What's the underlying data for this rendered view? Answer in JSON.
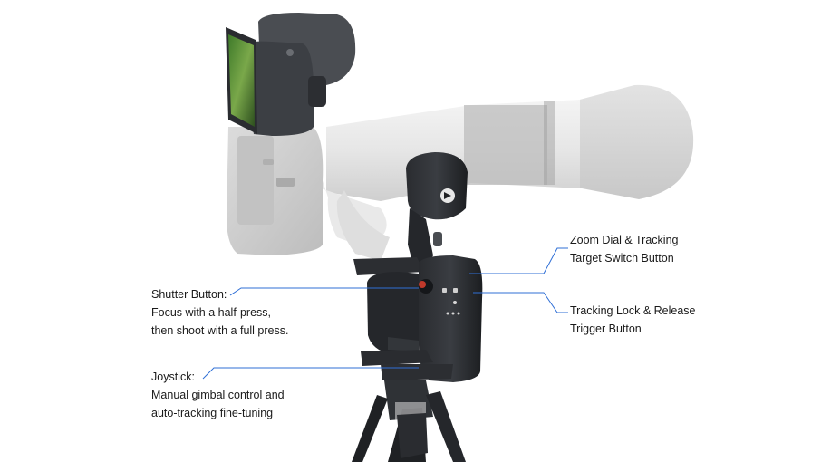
{
  "callouts": {
    "zoom": {
      "lines": [
        "Zoom Dial & Tracking",
        "Target Switch Button"
      ]
    },
    "lock": {
      "lines": [
        "Tracking Lock & Release",
        "Trigger Button"
      ]
    },
    "shutter": {
      "lines": [
        "Shutter Button:",
        "Focus with a half-press,",
        "then shoot with a full press."
      ]
    },
    "joystick": {
      "lines": [
        "Joystick:",
        "Manual gimbal control and",
        "auto-tracking fine-tuning"
      ]
    }
  },
  "colors": {
    "leader_line": "#2f6fd6",
    "gimbal_body": "#1f2124",
    "lens_white": "#eeeeee",
    "camera_grey": "#d0d0d0"
  }
}
